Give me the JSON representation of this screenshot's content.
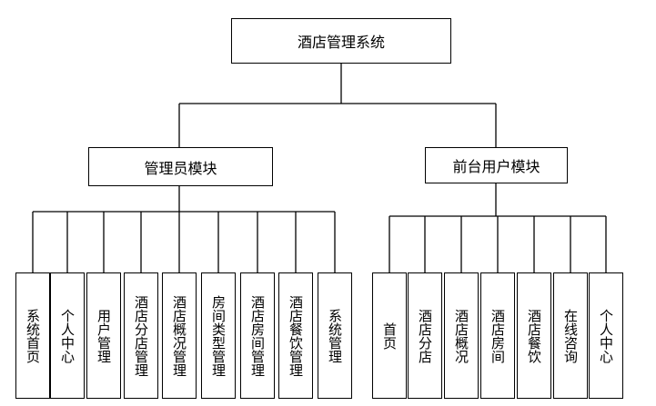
{
  "root": {
    "label": "酒店管理系统"
  },
  "modules": [
    {
      "label": "管理员模块",
      "children": [
        "系统首页",
        "个人中心",
        "用户管理",
        "酒店分店管理",
        "酒店概况管理",
        "房间类型管理",
        "酒店房间管理",
        "酒店餐饮管理",
        "系统管理"
      ]
    },
    {
      "label": "前台用户模块",
      "children": [
        "首页",
        "酒店分店",
        "酒店概况",
        "酒店房间",
        "酒店餐饮",
        "在线咨询",
        "个人中心"
      ]
    }
  ]
}
